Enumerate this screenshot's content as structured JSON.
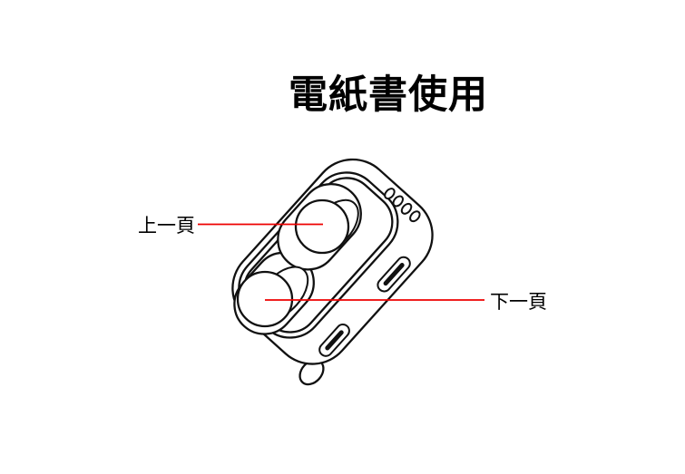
{
  "page": {
    "background": "#ffffff"
  },
  "header": {
    "title": "電紙書使用"
  },
  "diagram": {
    "device": "wireless-earbuds-charging-case",
    "outline_color": "#111111",
    "callout_line_color": "#ee0000",
    "callouts": [
      {
        "label": "上一頁",
        "side": "left",
        "target": "upper-earbud-touch-button"
      },
      {
        "label": "下一頁",
        "side": "right",
        "target": "lower-earbud-touch-button"
      }
    ]
  }
}
